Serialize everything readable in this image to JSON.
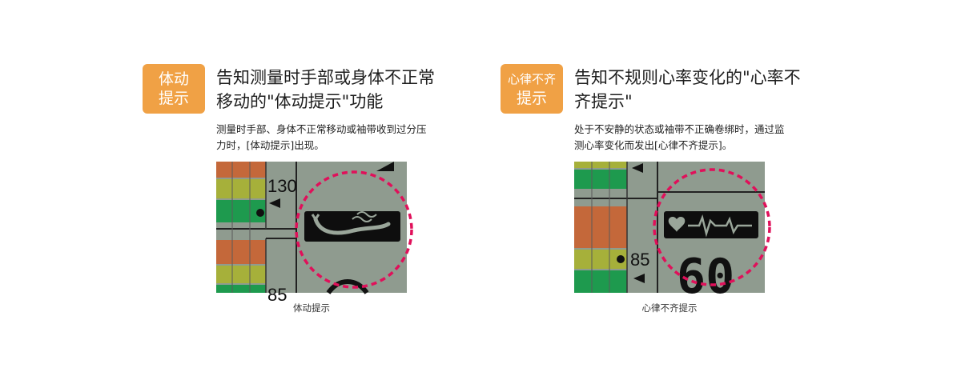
{
  "features": [
    {
      "badge": {
        "line1": "体动",
        "line2": "提示"
      },
      "title_line1": "告知测量时手部或身体不正常",
      "title_line2": "移动的\"体动提示\"功能",
      "desc_line1": "测量时手部、身体不正常移动或袖带收到过分压",
      "desc_line2": "力时，[体动提示]出现。",
      "lcd_number": "130",
      "lcd_number_small": "85",
      "caption": "体动提示"
    },
    {
      "badge": {
        "line1": "心律不齐",
        "line2": "提示"
      },
      "title_line1": "告知不规则心率变化的\"心率不",
      "title_line2": "齐提示\"",
      "desc_line1": "处于不安静的状态或袖带不正确卷绑时，通过监",
      "desc_line2": "测心率变化而发出[心律不齐提示]。",
      "lcd_number": "85",
      "lcd_big": "60",
      "caption": "心律不齐提示"
    }
  ],
  "colors": {
    "badge": "#f0a145",
    "highlight_circle": "#e0105a",
    "lcd_bg": "#8e9a8e"
  }
}
